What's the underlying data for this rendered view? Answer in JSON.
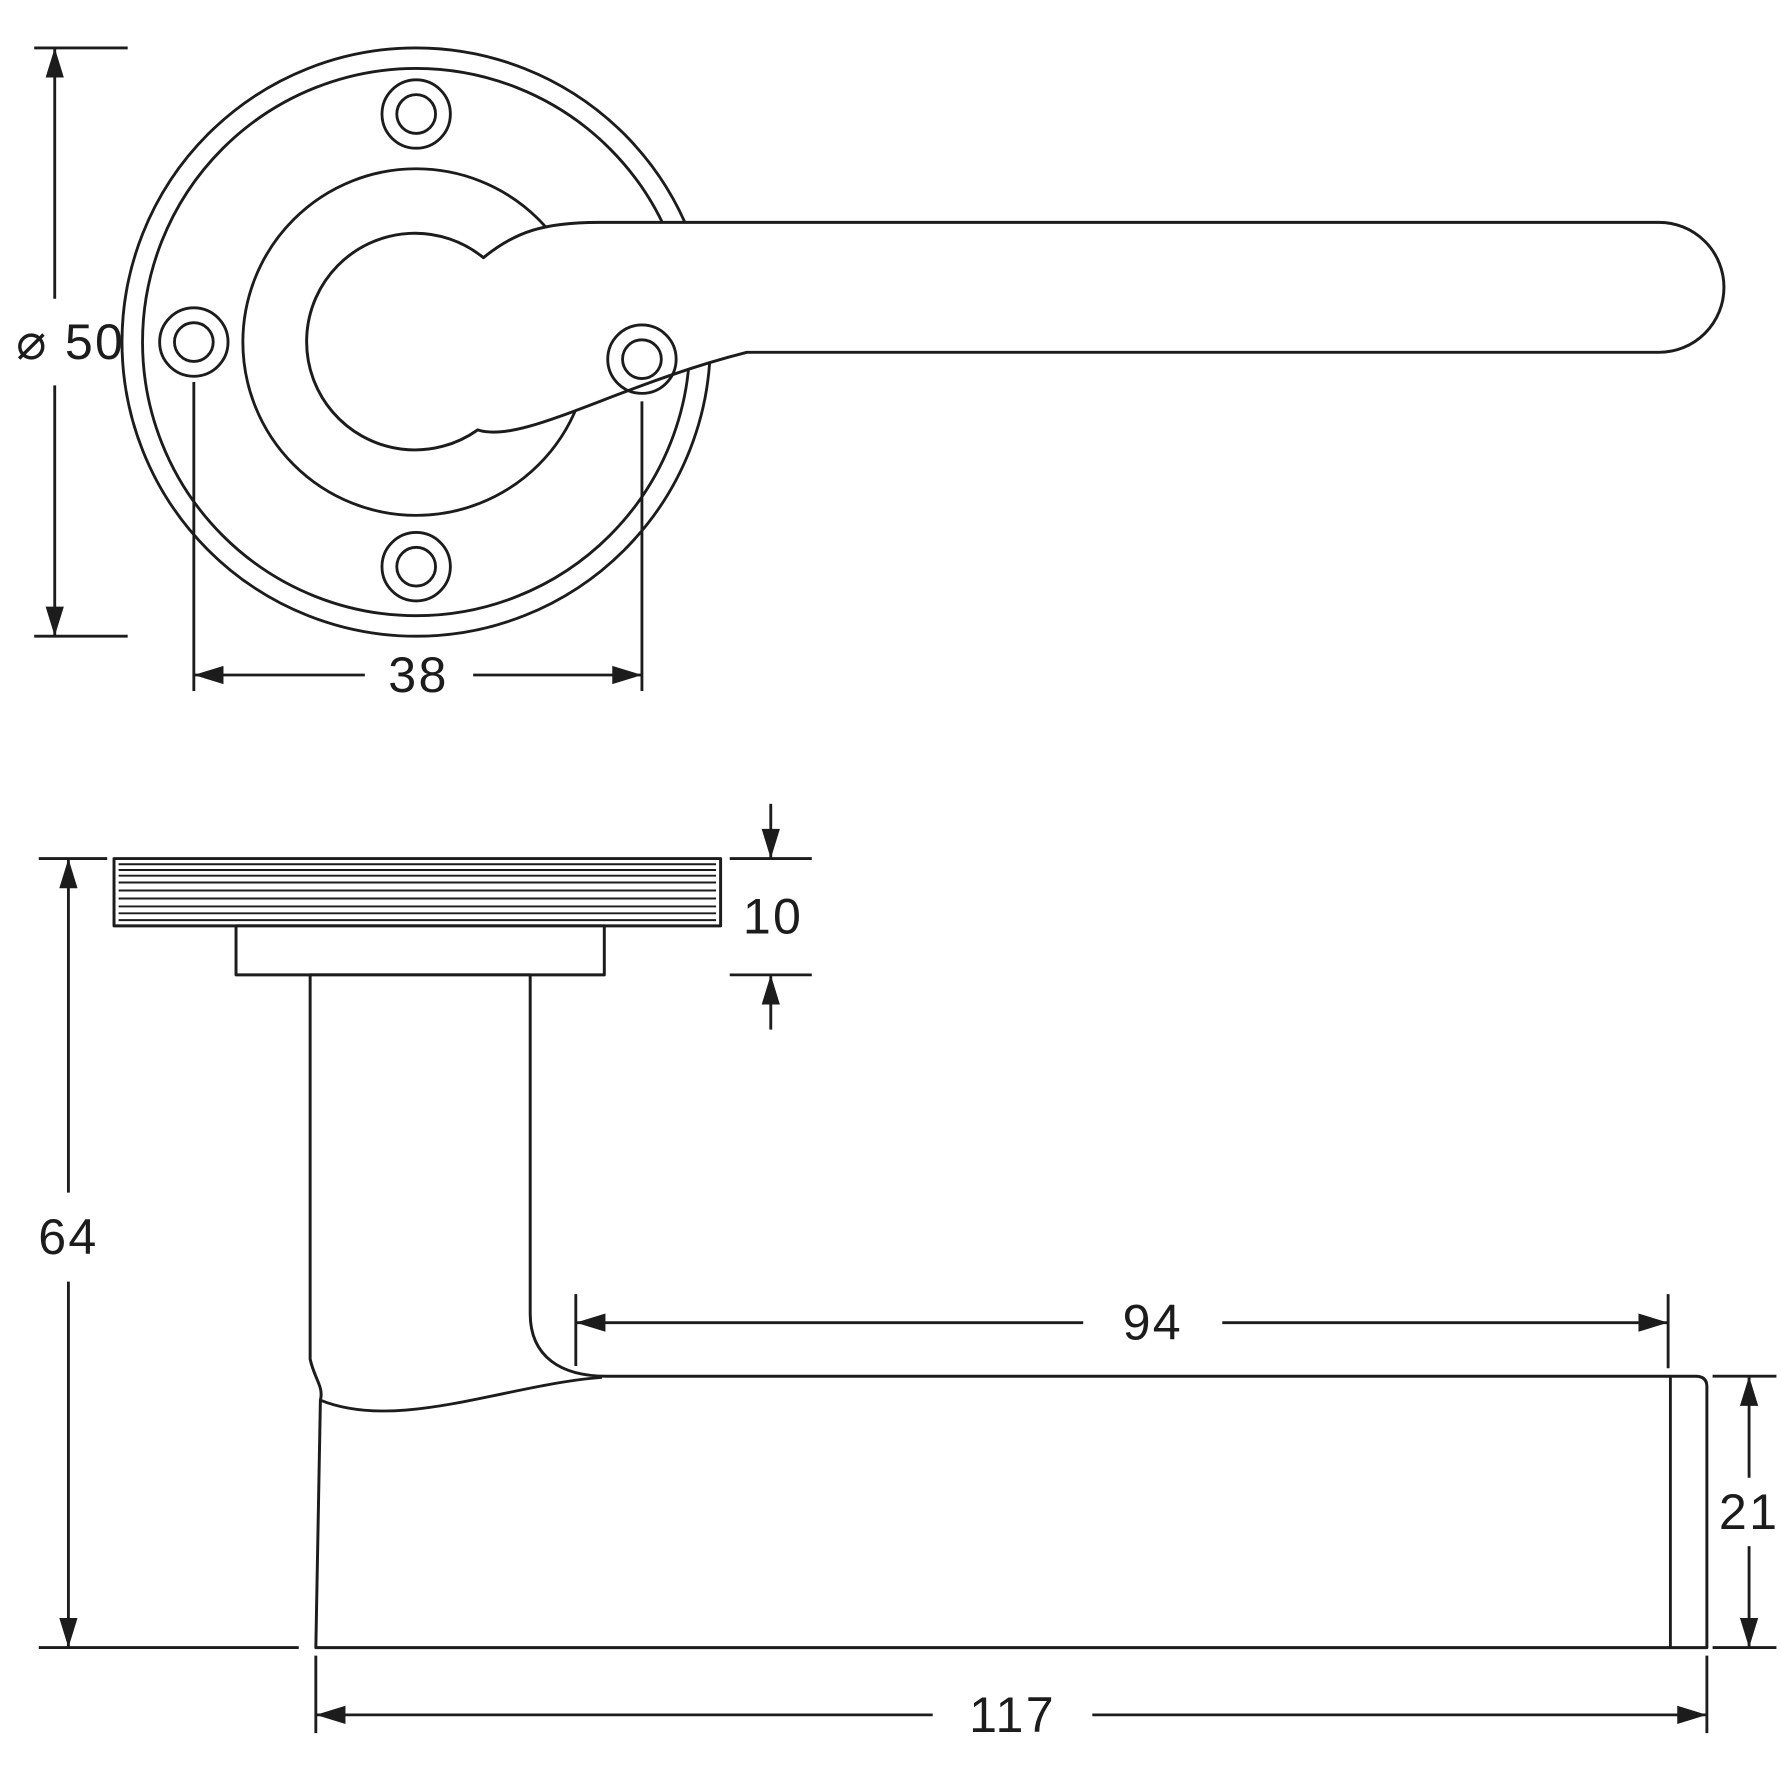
{
  "drawing": {
    "subject": "lever door handle on round rose - dimensioned technical drawing",
    "line_color": "#1c1c1c",
    "background_color": "#ffffff",
    "views": {
      "top": {
        "dims": {
          "rose_diameter": "⌀ 50",
          "screw_spacing": "38"
        }
      },
      "side": {
        "dims": {
          "rose_thickness": "10",
          "projection": "64",
          "grip_length": "94",
          "lever_depth": "21",
          "overall_length": "117"
        }
      }
    }
  }
}
